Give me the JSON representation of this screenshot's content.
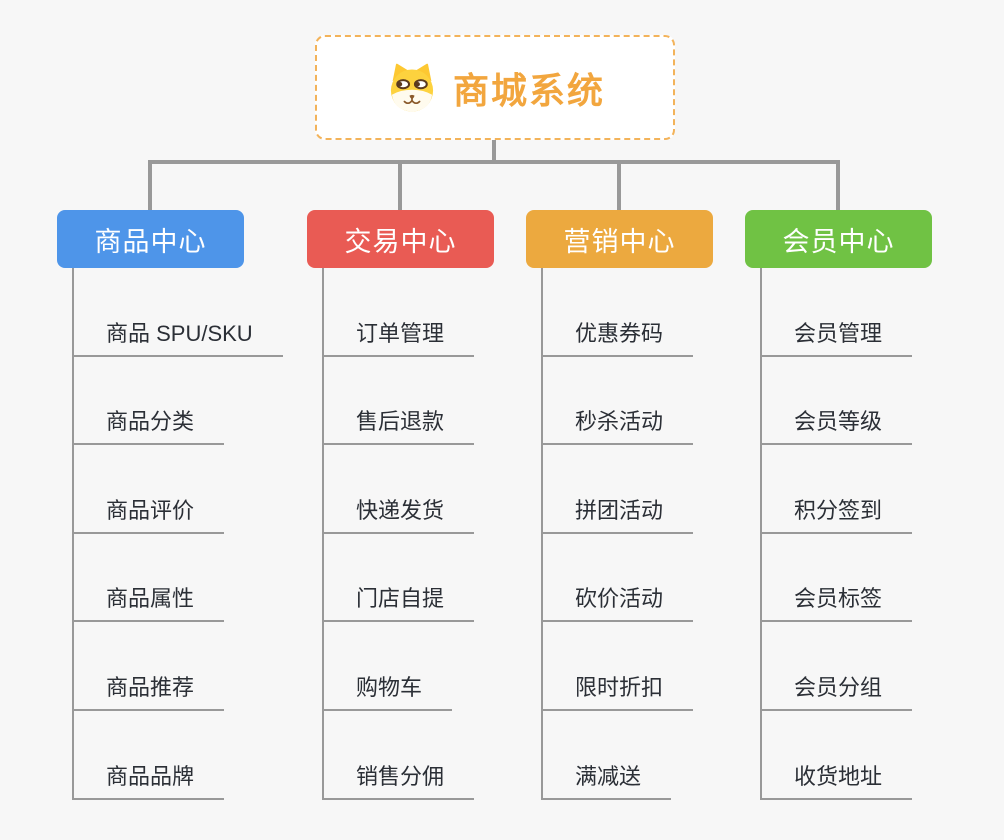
{
  "root": {
    "title": "商城系统",
    "icon": "dog-face-icon"
  },
  "colors": {
    "root_border": "#f3b35a",
    "root_text": "#f2a63e",
    "connector": "#999999",
    "leaf_text": "#2b2f36",
    "background": "#f7f7f7"
  },
  "branches": [
    {
      "id": "product-center",
      "label": "商品中心",
      "color": "#4e95e9",
      "children": [
        "商品 SPU/SKU",
        "商品分类",
        "商品评价",
        "商品属性",
        "商品推荐",
        "商品品牌"
      ]
    },
    {
      "id": "trade-center",
      "label": "交易中心",
      "color": "#e95b54",
      "children": [
        "订单管理",
        "售后退款",
        "快递发货",
        "门店自提",
        "购物车",
        "销售分佣"
      ]
    },
    {
      "id": "marketing-center",
      "label": "营销中心",
      "color": "#eca93f",
      "children": [
        "优惠券码",
        "秒杀活动",
        "拼团活动",
        "砍价活动",
        "限时折扣",
        "满减送"
      ]
    },
    {
      "id": "member-center",
      "label": "会员中心",
      "color": "#70c244",
      "children": [
        "会员管理",
        "会员等级",
        "积分签到",
        "会员标签",
        "会员分组",
        "收货地址"
      ]
    }
  ]
}
